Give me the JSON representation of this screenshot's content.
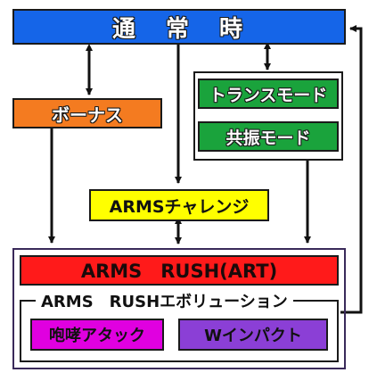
{
  "nodes": {
    "normal": "通　常　時",
    "bonus": "ボーナス",
    "trance_mode": "トランスモード",
    "resonance_mode": "共振モード",
    "arms_challenge": "ARMSチャレンジ",
    "arms_rush": "ARMS　RUSH(ART)",
    "arms_rush_evolution": "ARMS　RUSHエボリューション",
    "roar_attack": "咆哮アタック",
    "w_impact": "Wインパクト"
  },
  "colors": {
    "normal": "#1565e8",
    "bonus": "#f47b20",
    "mode": "#1aa33c",
    "challenge": "#ffff00",
    "rush": "#ff1a1a",
    "roar": "#e000e0",
    "impact": "#8b3fd6",
    "arrow": "#111111",
    "frame": "#3a2a5a"
  }
}
